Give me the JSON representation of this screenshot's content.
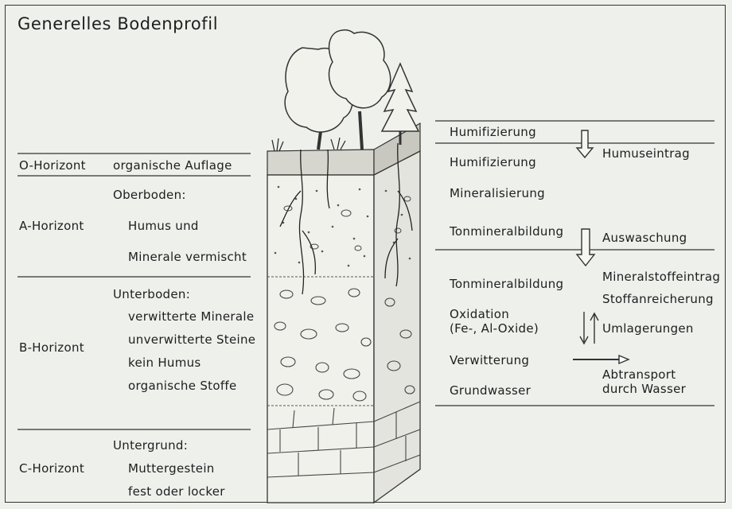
{
  "title": "Generelles Bodenprofil",
  "left": {
    "o_horizon": {
      "name": "O-Horizont",
      "desc": "organische Auflage"
    },
    "a_horizon": {
      "name": "A-Horizont",
      "heading": "Oberboden:",
      "lines": [
        "Humus und",
        "Minerale vermischt"
      ]
    },
    "b_horizon": {
      "name": "B-Horizont",
      "heading": "Unterboden:",
      "lines": [
        "verwitterte Minerale",
        "unverwitterte Steine",
        "kein Humus",
        "organische Stoffe"
      ]
    },
    "c_horizon": {
      "name": "C-Horizont",
      "heading": "Untergrund:",
      "lines": [
        "Muttergestein",
        "fest oder locker"
      ]
    }
  },
  "right": {
    "processes": [
      "Humifizierung",
      "Humifizierung",
      "Mineralisierung",
      "Tonmineralbildung",
      "Tonmineralbildung",
      "Oxidation",
      "(Fe-, Al-Oxide)",
      "Verwitterung",
      "Grundwasser"
    ],
    "arrows": [
      "Humuseintrag",
      "Auswaschung",
      "Mineralstoffeintrag",
      "Stoffanreicherung",
      "Umlagerungen",
      "Abtransport",
      "durch Wasser"
    ]
  }
}
